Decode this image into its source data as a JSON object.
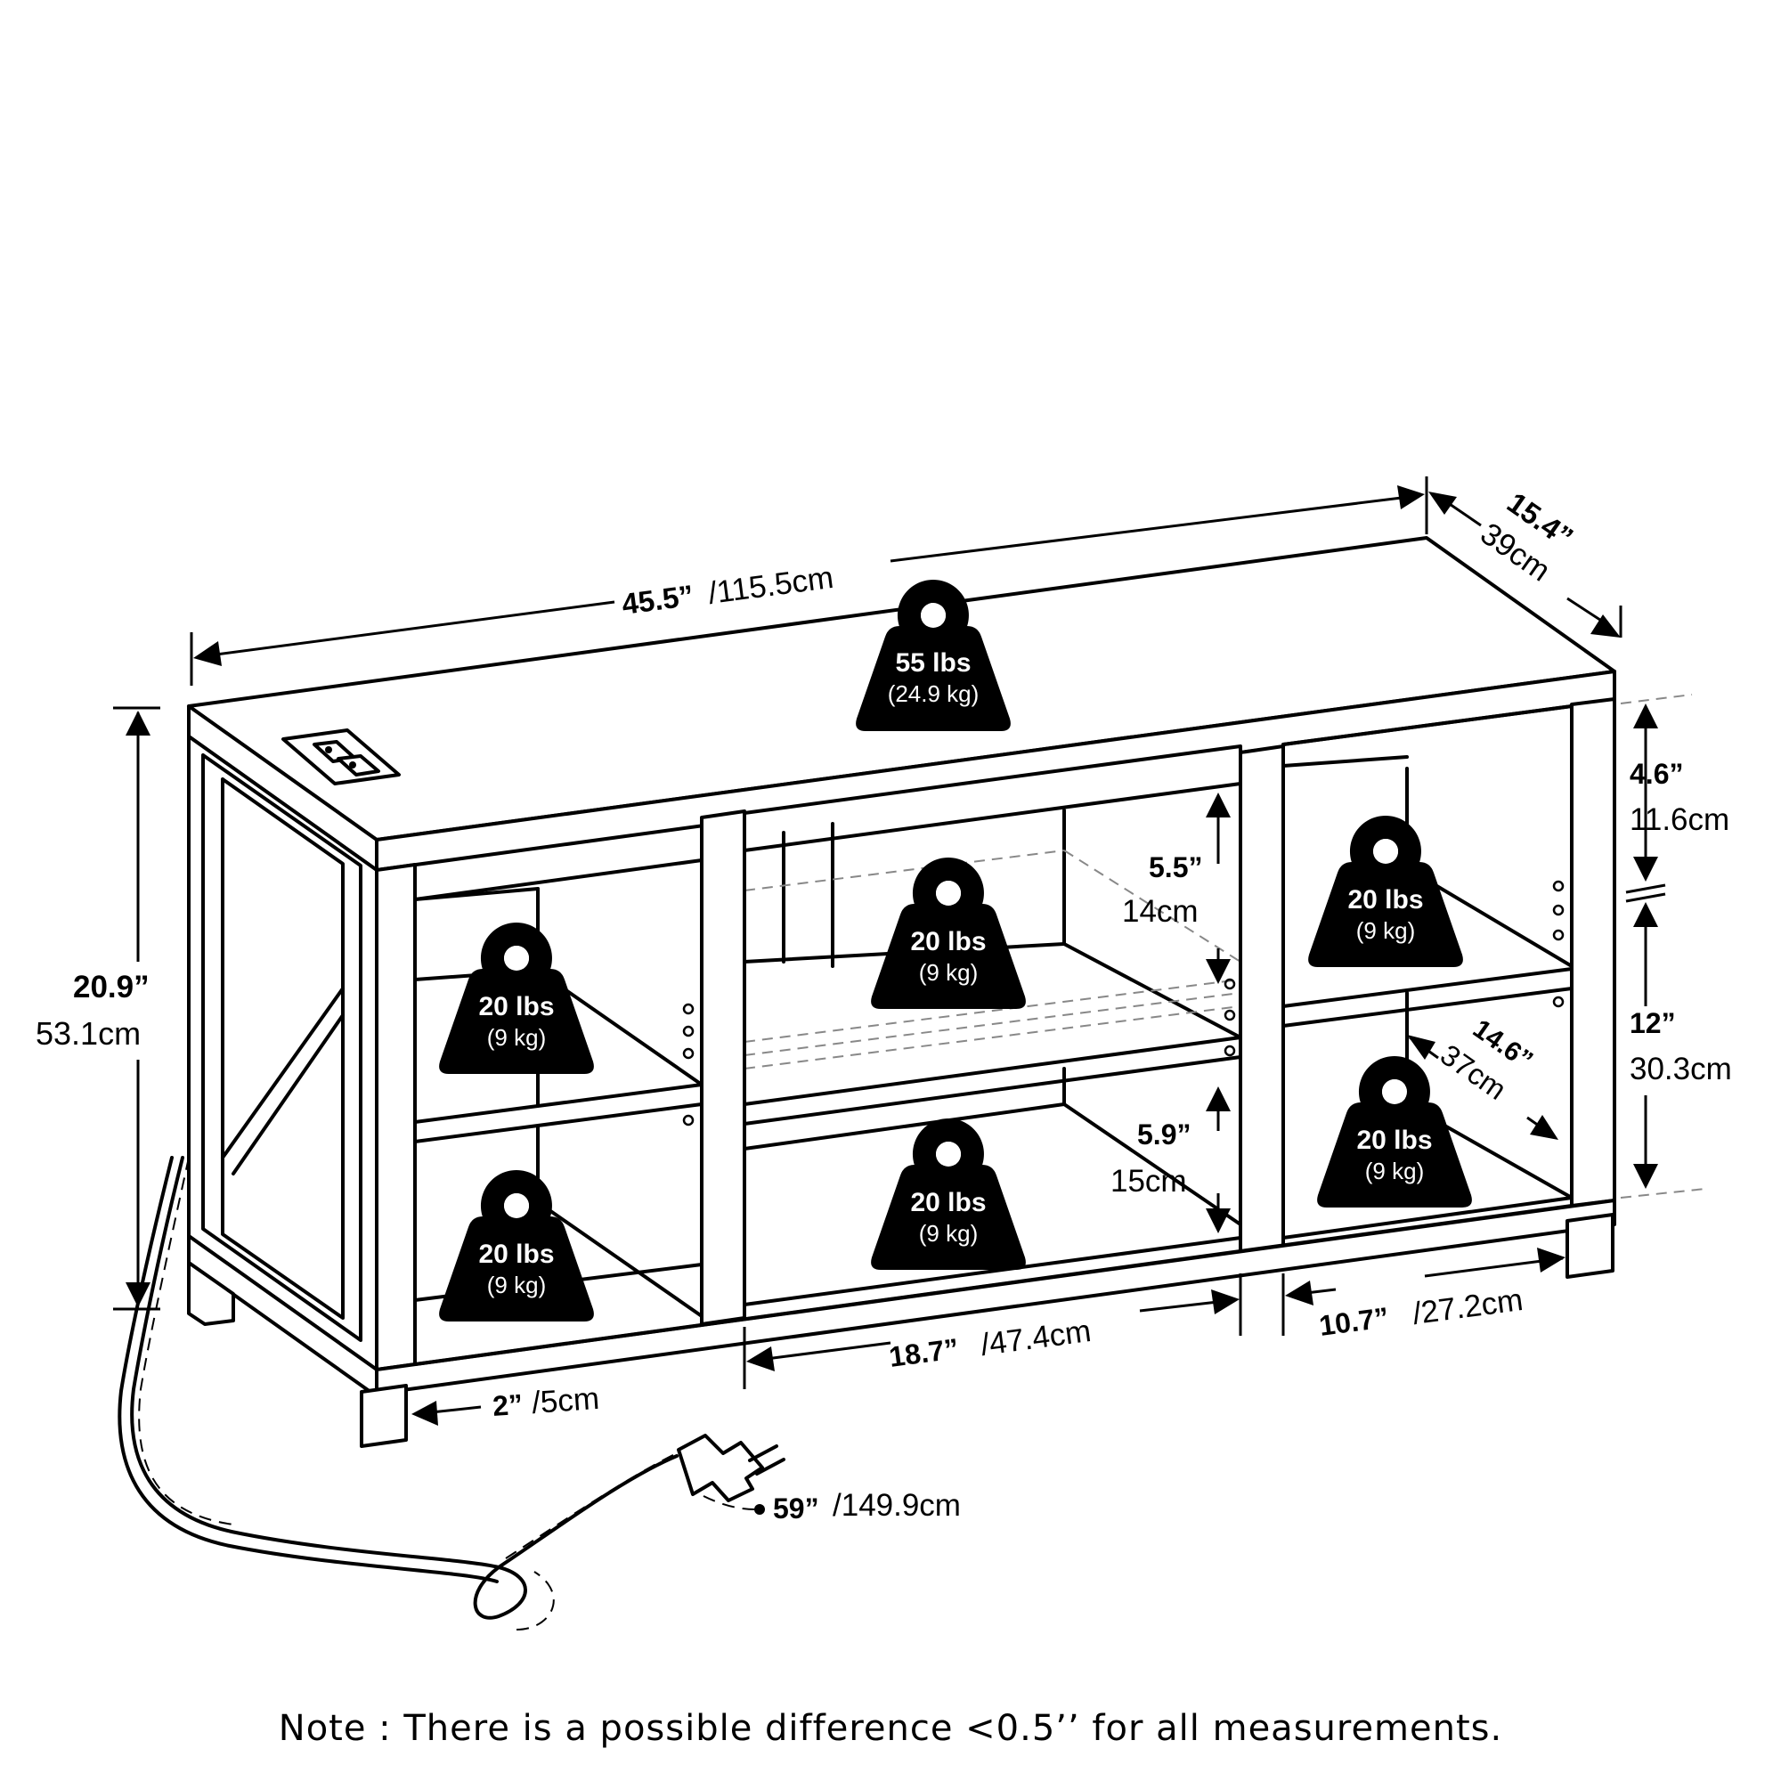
{
  "dimensions": {
    "width_in": "45.5”",
    "width_cm": "/115.5cm",
    "depth_in": "15.4”",
    "depth_cm": "39cm",
    "height_in": "20.9”",
    "height_cm": "53.1cm",
    "top_gap_in": "4.6”",
    "top_gap_cm": "11.6cm",
    "side_open_in": "12”",
    "side_open_cm": "30.3cm",
    "shelf_upper_in": "5.5”",
    "shelf_upper_cm": "14cm",
    "shelf_lower_in": "5.9”",
    "shelf_lower_cm": "15cm",
    "side_depth_in": "14.6”",
    "side_depth_cm": "37cm",
    "center_width_in": "18.7”",
    "center_width_cm": "/47.4cm",
    "side_width_in": "10.7”",
    "side_width_cm": "/27.2cm",
    "leg_in": "2”",
    "leg_cm": "/5cm",
    "cord_in": "59”",
    "cord_cm": "/149.9cm"
  },
  "weights": {
    "top": {
      "lbs": "55 lbs",
      "kg": "(24.9 kg)"
    },
    "left_upper": {
      "lbs": "20 lbs",
      "kg": "(9 kg)"
    },
    "left_lower": {
      "lbs": "20 lbs",
      "kg": "(9 kg)"
    },
    "center_upper": {
      "lbs": "20 lbs",
      "kg": "(9 kg)"
    },
    "center_lower": {
      "lbs": "20 lbs",
      "kg": "(9 kg)"
    },
    "right_upper": {
      "lbs": "20 lbs",
      "kg": "(9 kg)"
    },
    "right_lower": {
      "lbs": "20 lbs",
      "kg": "(9 kg)"
    }
  },
  "note": "Note : There is a possible difference <0.5’’ for all measurements."
}
